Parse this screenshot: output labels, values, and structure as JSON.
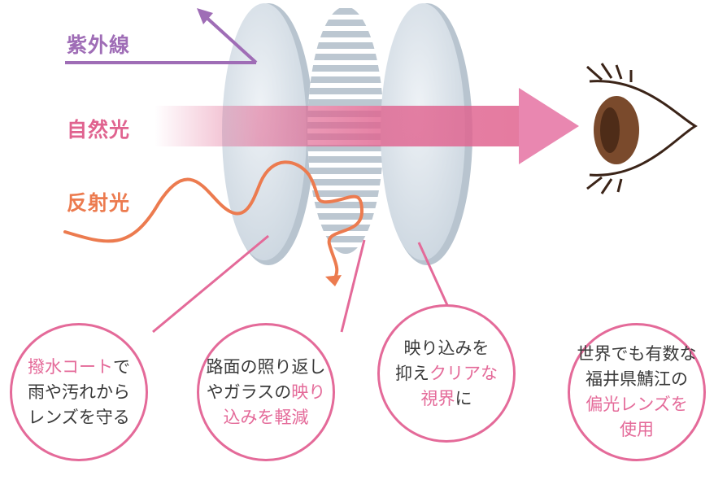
{
  "labels": {
    "uv": "紫外線",
    "visible": "自然光",
    "reflect": "反射光"
  },
  "colors": {
    "uv": "#9f6db6",
    "visible": "#e0638f",
    "reflect": "#ec7b4f",
    "accent": "#e46a99",
    "lens": "#d4dde5",
    "eye_iris": "#7a4a2c"
  },
  "icons": [
    "uv-arrow-icon",
    "light-arrow-icon",
    "reflect-wave-icon",
    "eye-icon"
  ],
  "callouts": [
    {
      "lines": [
        [
          {
            "t": "撥水コート",
            "hl": true
          },
          {
            "t": "で",
            "hl": false
          }
        ],
        [
          {
            "t": "雨や汚れから",
            "hl": false
          }
        ],
        [
          {
            "t": "レンズを守る",
            "hl": false
          }
        ]
      ]
    },
    {
      "lines": [
        [
          {
            "t": "路面の照り返し",
            "hl": false
          }
        ],
        [
          {
            "t": "やガラスの",
            "hl": false
          },
          {
            "t": "映り",
            "hl": true
          }
        ],
        [
          {
            "t": "込みを軽減",
            "hl": true
          }
        ]
      ]
    },
    {
      "lines": [
        [
          {
            "t": "映り込みを",
            "hl": false
          }
        ],
        [
          {
            "t": "抑え",
            "hl": false
          },
          {
            "t": "クリアな",
            "hl": true
          }
        ],
        [
          {
            "t": "視界",
            "hl": true
          },
          {
            "t": "に",
            "hl": false
          }
        ]
      ]
    },
    {
      "lines": [
        [
          {
            "t": "世界でも有数な",
            "hl": false
          }
        ],
        [
          {
            "t": "福井県鯖江の",
            "hl": false
          }
        ],
        [
          {
            "t": "偏光レンズを",
            "hl": true
          }
        ],
        [
          {
            "t": "使用",
            "hl": true
          }
        ]
      ]
    }
  ]
}
